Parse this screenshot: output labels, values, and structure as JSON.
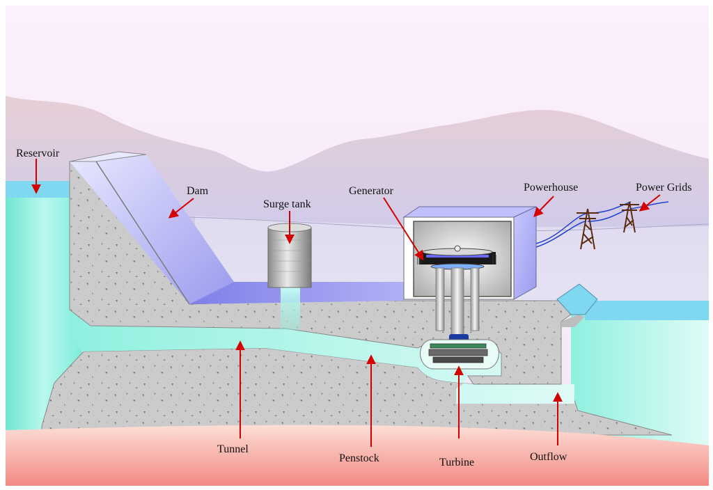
{
  "labels": {
    "reservoir": "Reservoir",
    "dam": "Dam",
    "surge_tank": "Surge tank",
    "generator": "Generator",
    "powerhouse": "Powerhouse",
    "power_grids": "Power Grids",
    "tunnel": "Tunnel",
    "penstock": "Penstock",
    "turbine": "Turbine",
    "outflow": "Outflow"
  },
  "colors": {
    "sky": "#f8eefa",
    "mountain": "#ddd2e6",
    "ground": "#fbd0c8",
    "bedrock": "#f58a85",
    "concrete": "#c8c8c8",
    "water": "#8ff0df",
    "water_surface": "#7fd8f0",
    "dam_face": "#a8a8f0",
    "arrow": "#d40000",
    "pylon": "#5a2a10",
    "cable": "#2040d0"
  }
}
